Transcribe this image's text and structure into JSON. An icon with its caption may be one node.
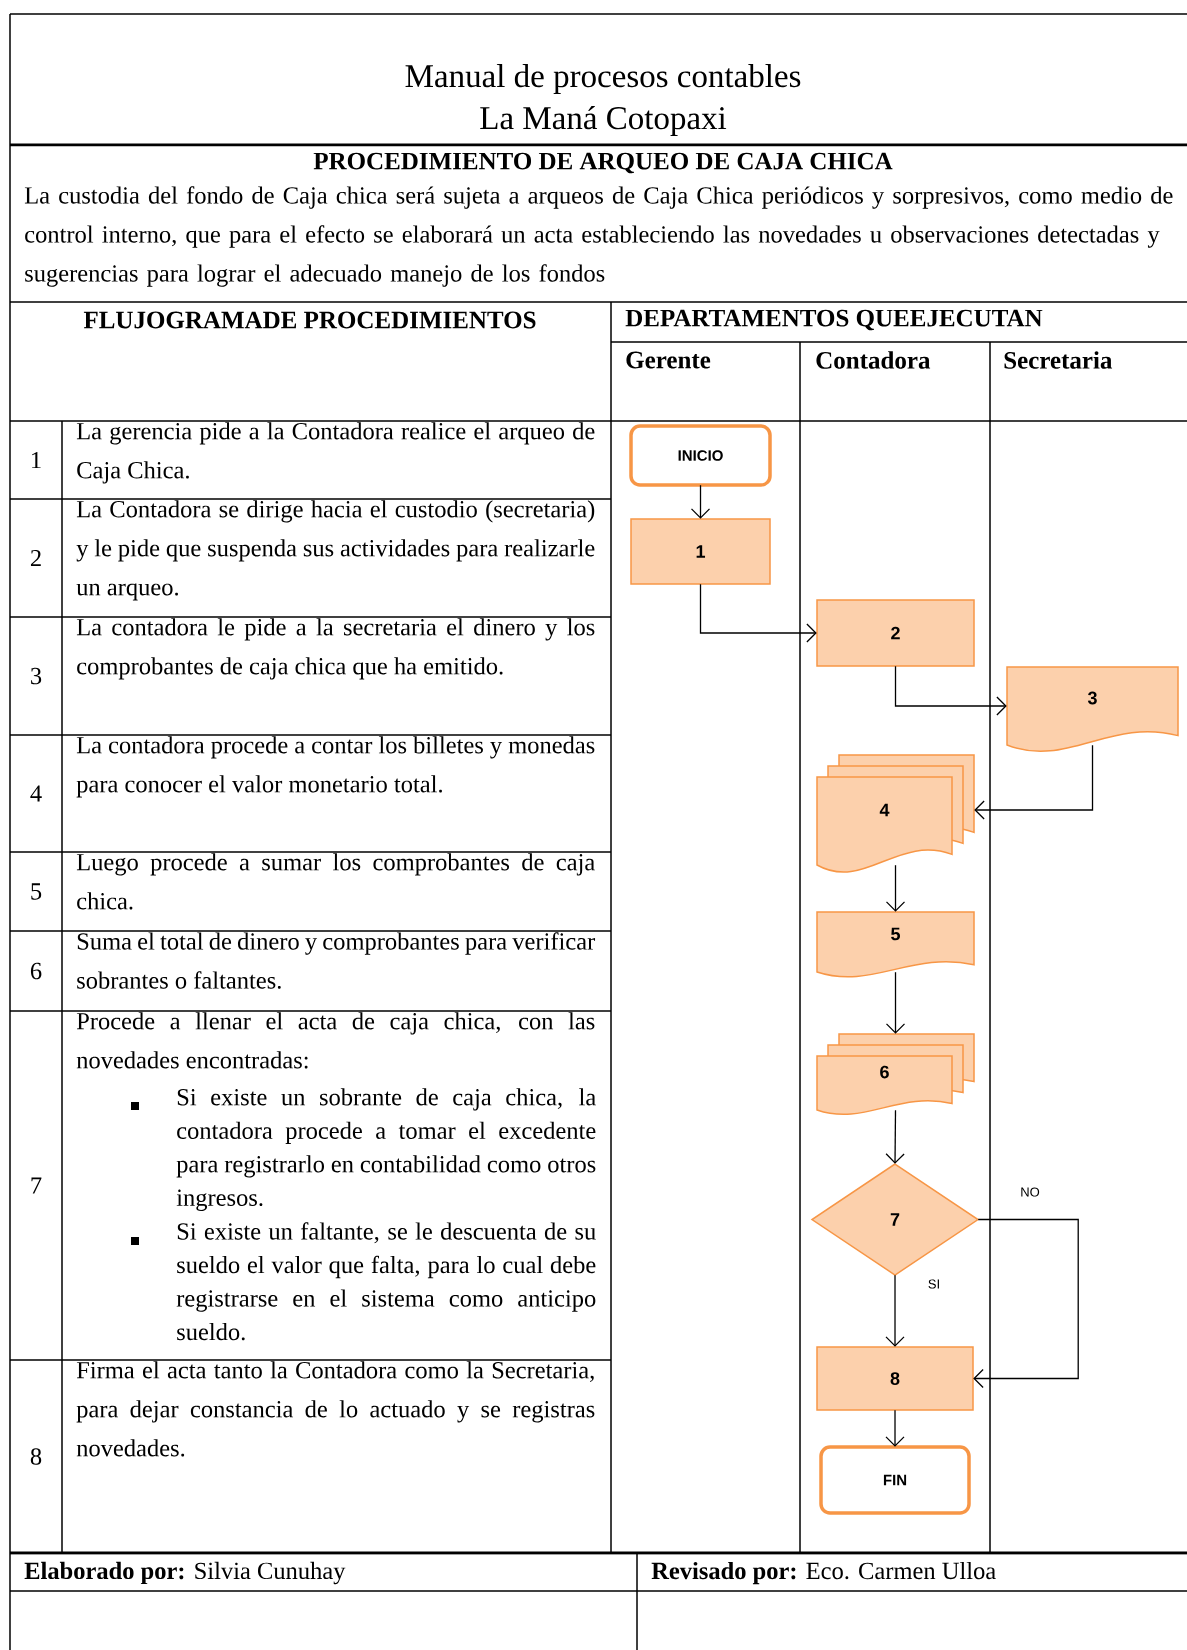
{
  "diagram": {
    "title": "Manual de procesos contables",
    "nodes": [
      {
        "text": [
          "INICIO"
        ]
      },
      {
        "text": [
          "1"
        ]
      },
      {
        "text": [
          "2"
        ]
      },
      {
        "text": [
          "3"
        ]
      },
      {
        "text": [
          "4"
        ]
      },
      {
        "text": [
          "5"
        ]
      },
      {
        "text": [
          "6"
        ]
      },
      {
        "text": [
          "7"
        ]
      },
      {
        "text": [
          "8"
        ]
      },
      {
        "text": [
          "FIN"
        ]
      }
    ],
    "edges": [
      {
        "from": 0,
        "to": 1,
        "arrow": "to"
      },
      {
        "from": 1,
        "to": 2,
        "arrow": "to"
      },
      {
        "from": 2,
        "to": 3,
        "arrow": "to"
      },
      {
        "from": 3,
        "to": 4,
        "arrow": "to"
      },
      {
        "from": 4,
        "to": 5,
        "arrow": "to"
      },
      {
        "from": 5,
        "to": 6,
        "arrow": "to"
      },
      {
        "from": 6,
        "to": 7,
        "arrow": "to"
      },
      {
        "from": 7,
        "to": 8,
        "arrow": "to",
        "label": "SI"
      },
      {
        "from": 7,
        "to": 8,
        "arrow": "to",
        "label": "NO"
      },
      {
        "from": 8,
        "to": 9,
        "arrow": "to"
      }
    ],
    "labels": [
      "La Maná Cotopaxi",
      "PROCEDIMIENTO DE ARQUEO DE CAJA CHICA",
      "La custodia del fondo de Caja chica será sujeta a arqueos de Caja Chica periódicos y sorpresivos, como medio de control interno, que para el efecto se elaborará un acta estableciendo las novedades u observaciones detectadas y sugerencias para lograr el adecuado manejo de los fondos",
      "FLUJOGRAMADE PROCEDIMIENTOS",
      "DEPARTAMENTOS QUEEJECUTAN",
      "Gerente",
      "Contadora",
      "Secretaria",
      "1",
      "La gerencia pide a la Contadora realice el arqueo de Caja Chica.",
      "2",
      "La Contadora se dirige hacia el custodio (secretaria) y le pide que suspenda sus actividades para realizarle un arqueo.",
      "3",
      "La contadora le pide a la secretaria el dinero y los comprobantes de caja chica que ha emitido.",
      "4",
      "La contadora procede a contar los billetes y monedas para conocer el valor monetario total.",
      "5",
      "Luego procede a sumar los comprobantes de caja chica.",
      "6",
      "Suma el total de dinero y comprobantes para verificar sobrantes o faltantes.",
      "7",
      "Procede a llenar el acta de caja chica, con las novedades encontradas:",
      "Si existe un sobrante de caja chica, la contadora procede a tomar el excedente para registrarlo en contabilidad como otros ingresos.",
      "Si existe un faltante, se le descuenta de su sueldo el valor que falta, para lo cual debe registrarse en el sistema como anticipo sueldo.",
      "8",
      "Firma el acta tanto la Contadora como la Secretaria, para dejar constancia de lo actuado y se registras novedades.",
      "**Elaborado por:** Silvia Cunuhay",
      "**Revisado por:** Eco. Carmen Ulloa"
    ]
  }
}
